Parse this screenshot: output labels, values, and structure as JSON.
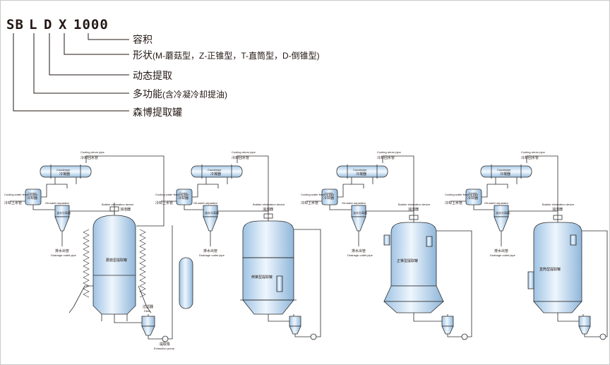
{
  "model_code": {
    "letters": [
      "SB",
      "L",
      "D",
      "X",
      "1000"
    ]
  },
  "legend": {
    "volume": "容积",
    "shape_main": "形状",
    "shape_detail": "(M-蘑菇型，Z-正锥型，T-直筒型，D-倒锥型)",
    "dynamic": "动态提取",
    "multi_main": "多功能",
    "multi_detail": "(含冷凝冷却提油)",
    "brand": "森博提取罐"
  },
  "units": [
    {
      "cooling_return_en": "Cooling return pipe",
      "cooling_return_cn": "冷却回水管",
      "condenser_en": "Condenser",
      "condenser_cn": "冷凝器",
      "feed_en": "Cooling water feeding pipe",
      "feed_cn": "冷却上水管",
      "cooler_en": "Cooler",
      "cooler_cn": "冷却器",
      "separator_en": "Oil-water separator",
      "separator_cn": "油水分离器",
      "bubble_en": "Bubble elimination device",
      "bubble_cn": "消泡器",
      "drain_cn": "排水出管",
      "drain_en": "Drainage outlet pipe",
      "tank_cn": "蘑菇型提取罐",
      "filter_cn": "过滤器",
      "filter_en": "Filter",
      "pump_cn": "提取泵",
      "pump_en": "Extraction pump"
    },
    {
      "cooling_return_en": "Cooling return pipe",
      "cooling_return_cn": "冷却回水管",
      "condenser_en": "Condenser",
      "condenser_cn": "冷凝器",
      "feed_en": "Cooling water feeding pipe",
      "feed_cn": "冷却上水管",
      "cooler_en": "Cooler",
      "cooler_cn": "冷却器",
      "separator_en": "Oil-water separator",
      "separator_cn": "油水分离器",
      "bubble_en": "Bubble elimination device",
      "bubble_cn": "消泡器",
      "drain_cn": "排水出管",
      "drain_en": "Drainage outlet pipe",
      "tank_cn": "倒锥型提取罐"
    },
    {
      "cooling_return_en": "Cooling return pipe",
      "cooling_return_cn": "冷却回水管",
      "condenser_en": "Condenser",
      "condenser_cn": "冷凝器",
      "feed_en": "Cooling water feeding pipe",
      "feed_cn": "冷却上水管",
      "cooler_en": "Cooler",
      "cooler_cn": "冷却器",
      "separator_en": "Oil-water separator",
      "separator_cn": "油水分离器",
      "bubble_en": "Bubble elimination device",
      "bubble_cn": "消泡器",
      "drain_cn": "排水出管",
      "drain_en": "Drainage outlet pipe",
      "tank_cn": "正锥型提取罐"
    },
    {
      "cooling_return_en": "Cooling return pipe",
      "cooling_return_cn": "冷却回水管",
      "condenser_en": "Condenser",
      "condenser_cn": "冷凝器",
      "feed_en": "Cooling water feeding pipe",
      "feed_cn": "冷却上水管",
      "cooler_en": "Cooler",
      "cooler_cn": "冷却器",
      "separator_en": "Oil-water separator",
      "separator_cn": "油水分离器",
      "bubble_en": "Bubble elimination device",
      "bubble_cn": "消泡器",
      "drain_cn": "排水出管",
      "drain_en": "Drainage outlet pipe",
      "tank_cn": "直筒型提取罐"
    }
  ],
  "colors": {
    "line": "#2b2b2b",
    "vessel_fill": "#e8f2fb",
    "vessel_shade": "#9fc3e4",
    "text": "#231815"
  }
}
